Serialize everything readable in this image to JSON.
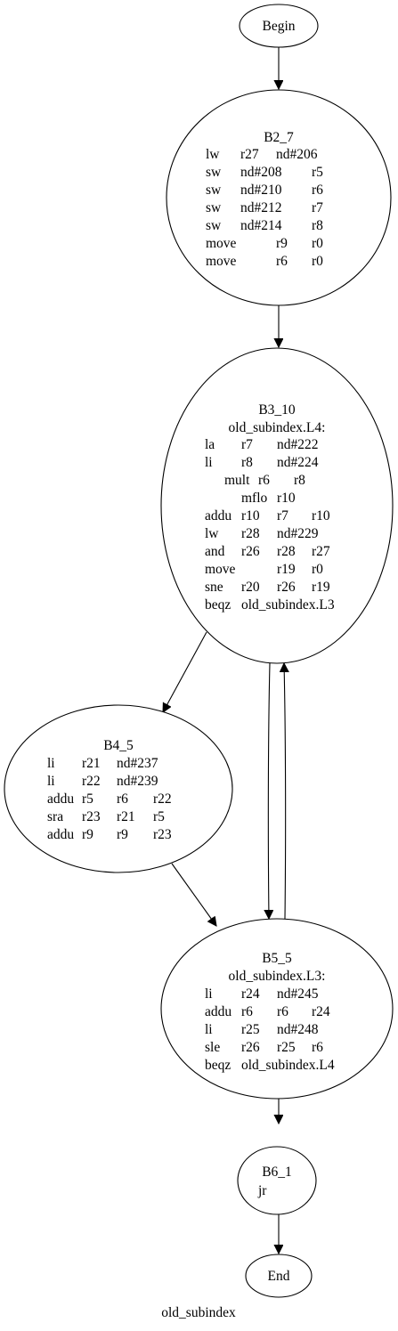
{
  "graph": {
    "caption": "old_subindex",
    "nodes": {
      "begin": {
        "title": "Begin",
        "lines": []
      },
      "b2_7": {
        "title": "B2_7",
        "lines": [
          [
            "lw",
            "r27",
            "nd#206"
          ],
          [
            "sw",
            "nd#208",
            "r5"
          ],
          [
            "sw",
            "nd#210",
            "r6"
          ],
          [
            "sw",
            "nd#212",
            "r7"
          ],
          [
            "sw",
            "nd#214",
            "r8"
          ],
          [
            "move",
            "r9",
            "r0"
          ],
          [
            "move",
            "r6",
            "r0"
          ]
        ]
      },
      "b3_10": {
        "title": "B3_10",
        "label": "old_subindex.L4:",
        "lines": [
          [
            "la",
            "r7",
            "nd#222"
          ],
          [
            "li",
            "r8",
            "nd#224"
          ],
          [
            "mult",
            "r6",
            "r8"
          ],
          [
            "mflo",
            "r10"
          ],
          [
            "addu",
            "r10",
            "r7",
            "r10"
          ],
          [
            "lw",
            "r28",
            "nd#229"
          ],
          [
            "and",
            "r26",
            "r28",
            "r27"
          ],
          [
            "move",
            "r19",
            "r0"
          ],
          [
            "sne",
            "r20",
            "r26",
            "r19"
          ],
          [
            "beqz",
            "old_subindex.L3"
          ]
        ]
      },
      "b4_5": {
        "title": "B4_5",
        "lines": [
          [
            "li",
            "r21",
            "nd#237"
          ],
          [
            "li",
            "r22",
            "nd#239"
          ],
          [
            "addu",
            "r5",
            "r6",
            "r22"
          ],
          [
            "sra",
            "r23",
            "r21",
            "r5"
          ],
          [
            "addu",
            "r9",
            "r9",
            "r23"
          ]
        ]
      },
      "b5_5": {
        "title": "B5_5",
        "label": "old_subindex.L3:",
        "lines": [
          [
            "li",
            "r24",
            "nd#245"
          ],
          [
            "addu",
            "r6",
            "r6",
            "r24"
          ],
          [
            "li",
            "r25",
            "nd#248"
          ],
          [
            "sle",
            "r26",
            "r25",
            "r6"
          ],
          [
            "beqz",
            "old_subindex.L4"
          ]
        ]
      },
      "b6_1": {
        "title": "B6_1",
        "lines": [
          [
            "jr"
          ]
        ]
      },
      "end": {
        "title": "End",
        "lines": []
      }
    },
    "edges": [
      [
        "begin",
        "b2_7"
      ],
      [
        "b2_7",
        "b3_10"
      ],
      [
        "b3_10",
        "b4_5"
      ],
      [
        "b3_10",
        "b5_5"
      ],
      [
        "b4_5",
        "b5_5"
      ],
      [
        "b5_5",
        "b3_10"
      ],
      [
        "b5_5",
        "b6_1"
      ],
      [
        "b6_1",
        "end"
      ]
    ]
  }
}
